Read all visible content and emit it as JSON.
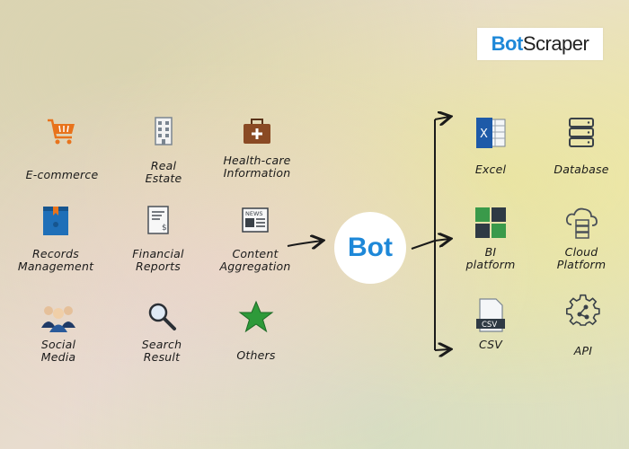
{
  "logo": {
    "brand_b": "B",
    "brand_o": "o",
    "brand_t": "t",
    "brand_rest": "Scraper"
  },
  "center": {
    "text": "Bot"
  },
  "sources": [
    {
      "label": "E-commerce",
      "icon": "cart-icon"
    },
    {
      "label": "Real\nEstate",
      "icon": "building-icon"
    },
    {
      "label": "Health-care\nInformation",
      "icon": "medical-bag-icon"
    },
    {
      "label": "Records\nManagement",
      "icon": "folder-icon"
    },
    {
      "label": "Financial\nReports",
      "icon": "financial-report-icon"
    },
    {
      "label": "Content\nAggregation",
      "icon": "news-icon"
    },
    {
      "label": "Social\nMedia",
      "icon": "people-icon"
    },
    {
      "label": "Search\nResult",
      "icon": "magnifier-icon"
    },
    {
      "label": "Others",
      "icon": "star-icon"
    }
  ],
  "outputs": [
    {
      "label": "Excel",
      "icon": "excel-icon"
    },
    {
      "label": "Database",
      "icon": "database-icon"
    },
    {
      "label": "BI\nplatform",
      "icon": "bi-grid-icon"
    },
    {
      "label": "Cloud\nPlatform",
      "icon": "cloud-server-icon"
    },
    {
      "label": "CSV",
      "icon": "csv-file-icon"
    },
    {
      "label": "API",
      "icon": "gear-api-icon"
    }
  ],
  "colors": {
    "accent": "#1e88d8",
    "cart": "#e8731c",
    "folder": "#1f6fb8",
    "bag": "#8a4a24",
    "star": "#2e9a3a",
    "bi_green": "#3a9a4a",
    "grey": "#7a8590",
    "dark": "#3a4148"
  }
}
